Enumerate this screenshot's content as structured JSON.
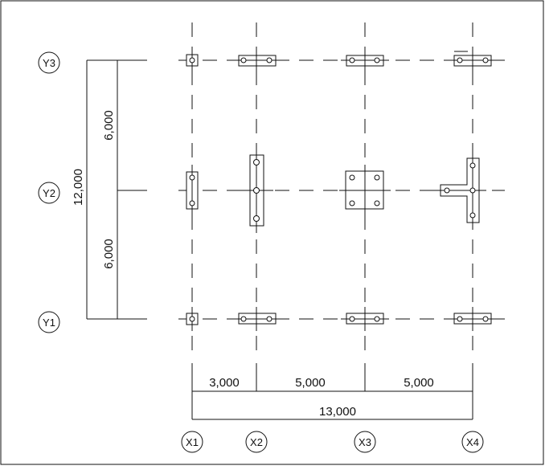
{
  "grid": {
    "columns": [
      {
        "id": "x1",
        "label": "X1"
      },
      {
        "id": "x2",
        "label": "X2"
      },
      {
        "id": "x3",
        "label": "X3"
      },
      {
        "id": "x4",
        "label": "X4"
      }
    ],
    "rows": [
      {
        "id": "y3",
        "label": "Y3"
      },
      {
        "id": "y2",
        "label": "Y2"
      },
      {
        "id": "y1",
        "label": "Y1"
      }
    ]
  },
  "dimensions": {
    "x_segments": [
      "3,000",
      "5,000",
      "5,000"
    ],
    "x_total": "13,000",
    "y_segments": [
      "6,000",
      "6,000"
    ],
    "y_total": "12,000"
  }
}
